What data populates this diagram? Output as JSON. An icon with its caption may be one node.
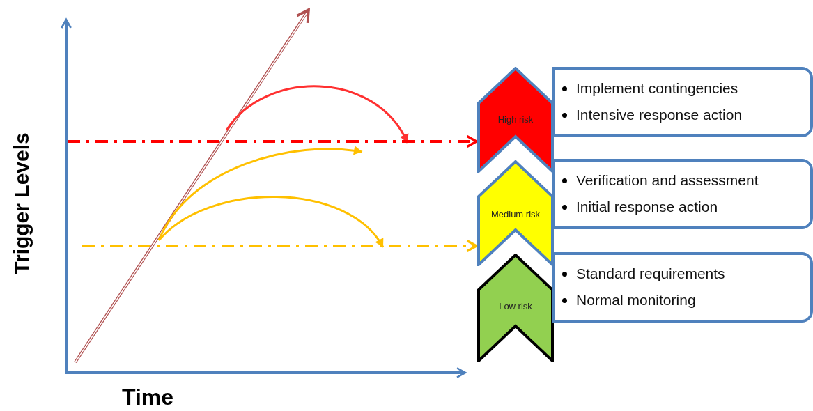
{
  "diagram": {
    "nodes": [
      {
        "text": [
          "High risk"
        ]
      },
      {
        "text": [
          "Implement contingencies",
          "Intensive response action"
        ]
      },
      {
        "text": [
          "Medium risk"
        ]
      },
      {
        "text": [
          "Verification and assessment",
          "Initial response action"
        ]
      },
      {
        "text": [
          "Low risk"
        ]
      },
      {
        "text": [
          "Standard requirements",
          "Normal monitoring"
        ]
      }
    ],
    "edges": [
      {
        "from": null,
        "to": 0,
        "arrow": "to",
        "style": "dashed",
        "color": "#ff0000"
      },
      {
        "from": null,
        "to": 2,
        "arrow": "to",
        "style": "dashed",
        "color": "#ffc000"
      }
    ],
    "labels": [
      "Trigger Levels",
      "Time"
    ]
  }
}
